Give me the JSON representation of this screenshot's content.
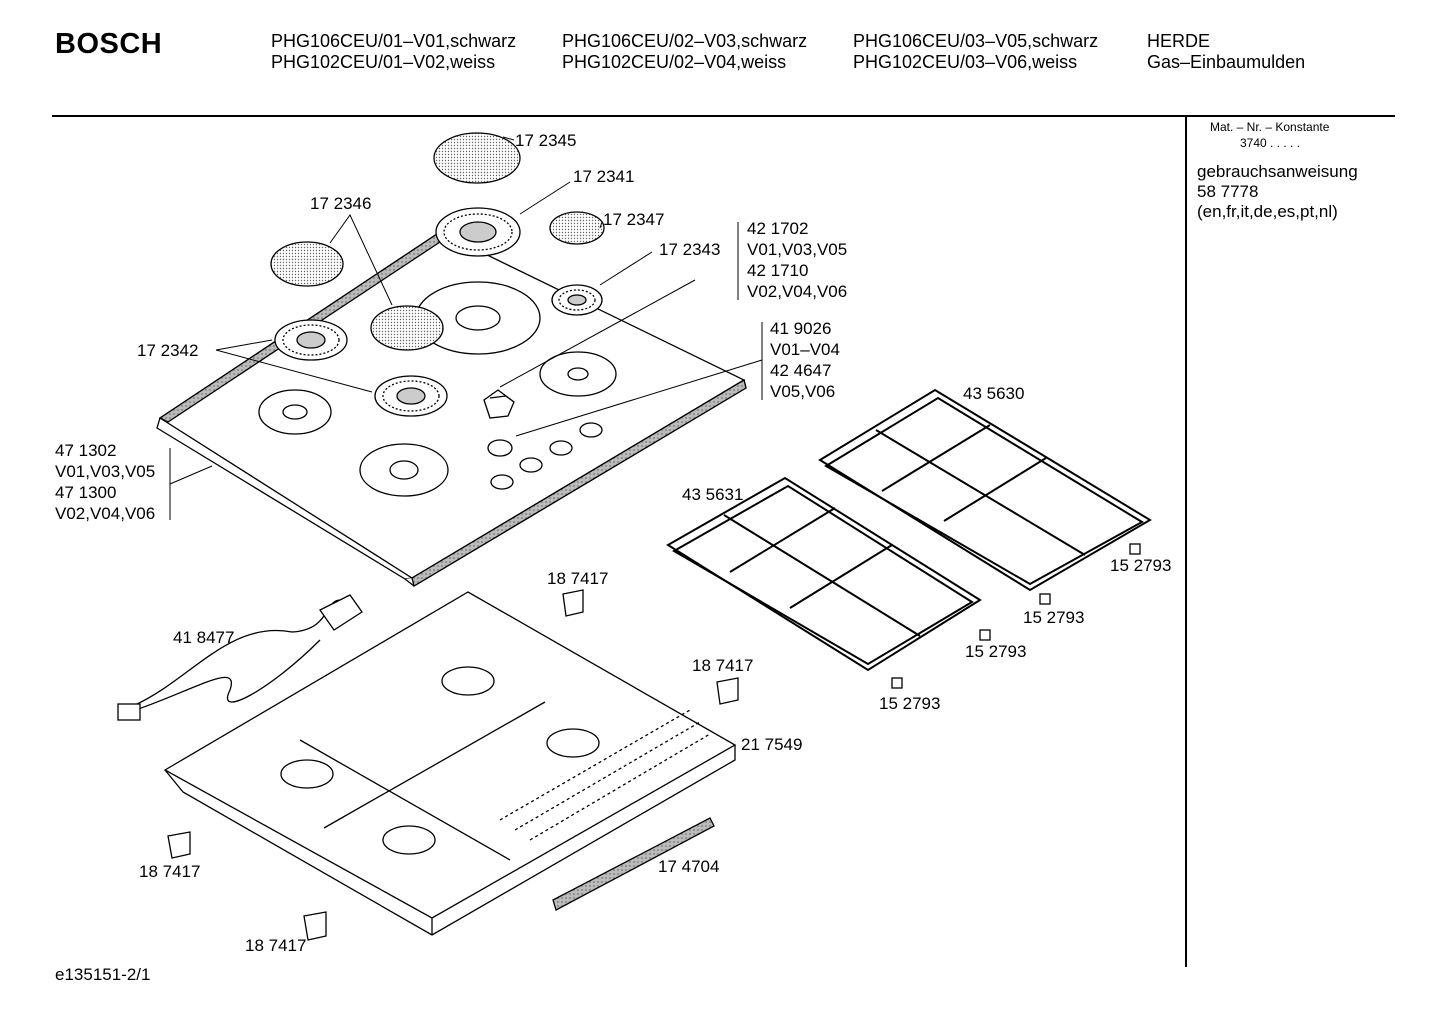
{
  "brand": "BOSCH",
  "header": {
    "col1": [
      "PHG106CEU/01–V01,schwarz",
      "PHG102CEU/01–V02,weiss"
    ],
    "col2": [
      "PHG106CEU/02–V03,schwarz",
      "PHG102CEU/02–V04,weiss"
    ],
    "col3": [
      "PHG106CEU/03–V05,schwarz",
      "PHG102CEU/03–V06,weiss"
    ],
    "col4": [
      "HERDE",
      "Gas–Einbaumulden"
    ]
  },
  "side": {
    "mat_label": "Mat. – Nr. – Konstante",
    "mat_value": "3740  .  .   .  .  .",
    "manual_title": "gebrauchsanweisung",
    "manual_number": "58 7778",
    "manual_langs": "(en,fr,it,de,es,pt,nl)"
  },
  "labels": {
    "p172345": "17 2345",
    "p172341": "17 2341",
    "p172346": "17 2346",
    "p172347": "17 2347",
    "p172343": "17 2343",
    "p172342": "17 2342",
    "p421702": "42 1702",
    "v_421702": "V01,V03,V05",
    "p421710": "42 1710",
    "v_421710": "V02,V04,V06",
    "p419026": "41 9026",
    "v_419026": "V01–V04",
    "p424647": "42 4647",
    "v_424647": "V05,V06",
    "p471302": "47 1302",
    "v_471302": "V01,V03,V05",
    "p471300": "47 1300",
    "v_471300": "V02,V04,V06",
    "p435630": "43 5630",
    "p435631": "43 5631",
    "p152793_a": "15 2793",
    "p152793_b": "15 2793",
    "p152793_c": "15 2793",
    "p152793_d": "15 2793",
    "p187417_a": "18 7417",
    "p187417_b": "18 7417",
    "p187417_c": "18 7417",
    "p187417_d": "18 7417",
    "p418477": "41 8477",
    "p217549": "21 7549",
    "p174704": "17 4704"
  },
  "footer": "e135151-2/1"
}
